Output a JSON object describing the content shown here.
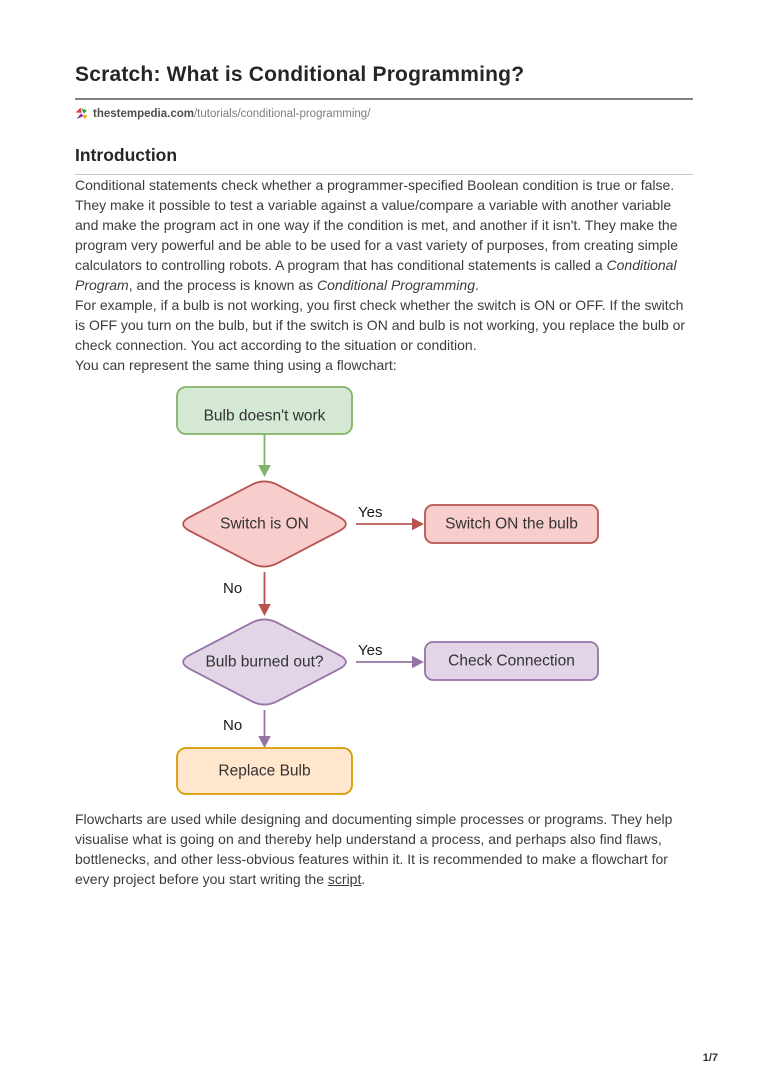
{
  "page": {
    "title": "Scratch: What is Conditional Programming?",
    "source": {
      "domain": "thestempedia.com",
      "path": "/tutorials/conditional-programming/",
      "favicon": "stempedia-origami-rocket-icon"
    },
    "section_heading": "Introduction",
    "paragraph1": {
      "part1": "Conditional statements check whether a programmer-specified Boolean condition is true or false. They make it possible to test a variable against a value/compare a variable with another variable and make the program act in one way if the condition is met, and another if it isn't. They make the program very powerful and be able to be used for a vast variety of purposes, from creating simple calculators to controlling robots. A program that has conditional statements is called a ",
      "italic1": "Conditional Program",
      "part2": ", and the process is known as ",
      "italic2": "Conditional Programming",
      "part3": "."
    },
    "paragraph2": "For example, if a bulb is not working, you first check whether the switch is ON or OFF. If the switch is OFF you turn on the bulb, but if the switch is ON and bulb is not working, you replace the bulb or check connection. You act according to the situation or condition.",
    "paragraph3": "You can represent the same thing using a flowchart:",
    "paragraph4": {
      "part1": "Flowcharts are used while designing and documenting simple processes or programs. They help visualise what is going on and thereby help understand a process, and perhaps also find flaws, bottlenecks, and other less-obvious features within it. It is recommended to make a flowchart for every project before you start writing the ",
      "link": "script",
      "part2": "."
    },
    "page_number": "1/7"
  },
  "flowchart": {
    "nodes": {
      "start": {
        "label": "Bulb doesn't work",
        "fill": "#d5e8d4",
        "stroke": "#82b366"
      },
      "decision1": {
        "label": "Switch is ON",
        "fill": "#f8cecc",
        "stroke": "#b85450"
      },
      "action1": {
        "label": "Switch ON the bulb",
        "fill": "#f8cecc",
        "stroke": "#b85450"
      },
      "decision2": {
        "label": "Bulb burned out?",
        "fill": "#e1d5e7",
        "stroke": "#9673a6"
      },
      "action2": {
        "label": "Check Connection",
        "fill": "#e1d5e7",
        "stroke": "#9673a6"
      },
      "end": {
        "label": "Replace Bulb",
        "fill": "#ffe6cc",
        "stroke": "#d79b00"
      }
    },
    "edges": {
      "yes1": "Yes",
      "no1": "No",
      "yes2": "Yes",
      "no2": "No"
    },
    "arrow_colors": {
      "green": "#82b366",
      "red": "#b85450",
      "purple": "#9673a6"
    }
  }
}
